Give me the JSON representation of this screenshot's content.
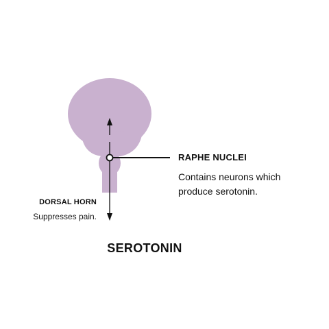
{
  "title": "SEROTONIN",
  "raphe_nuclei": {
    "label": "RAPHE NUCLEI",
    "description": "Contains neurons which produce serotonin."
  },
  "dorsal_horn": {
    "label": "DORSAL HORN",
    "description": "Suppresses pain."
  },
  "colors": {
    "brain": "#c9b1cf",
    "line": "#111111",
    "background": "#ffffff"
  }
}
